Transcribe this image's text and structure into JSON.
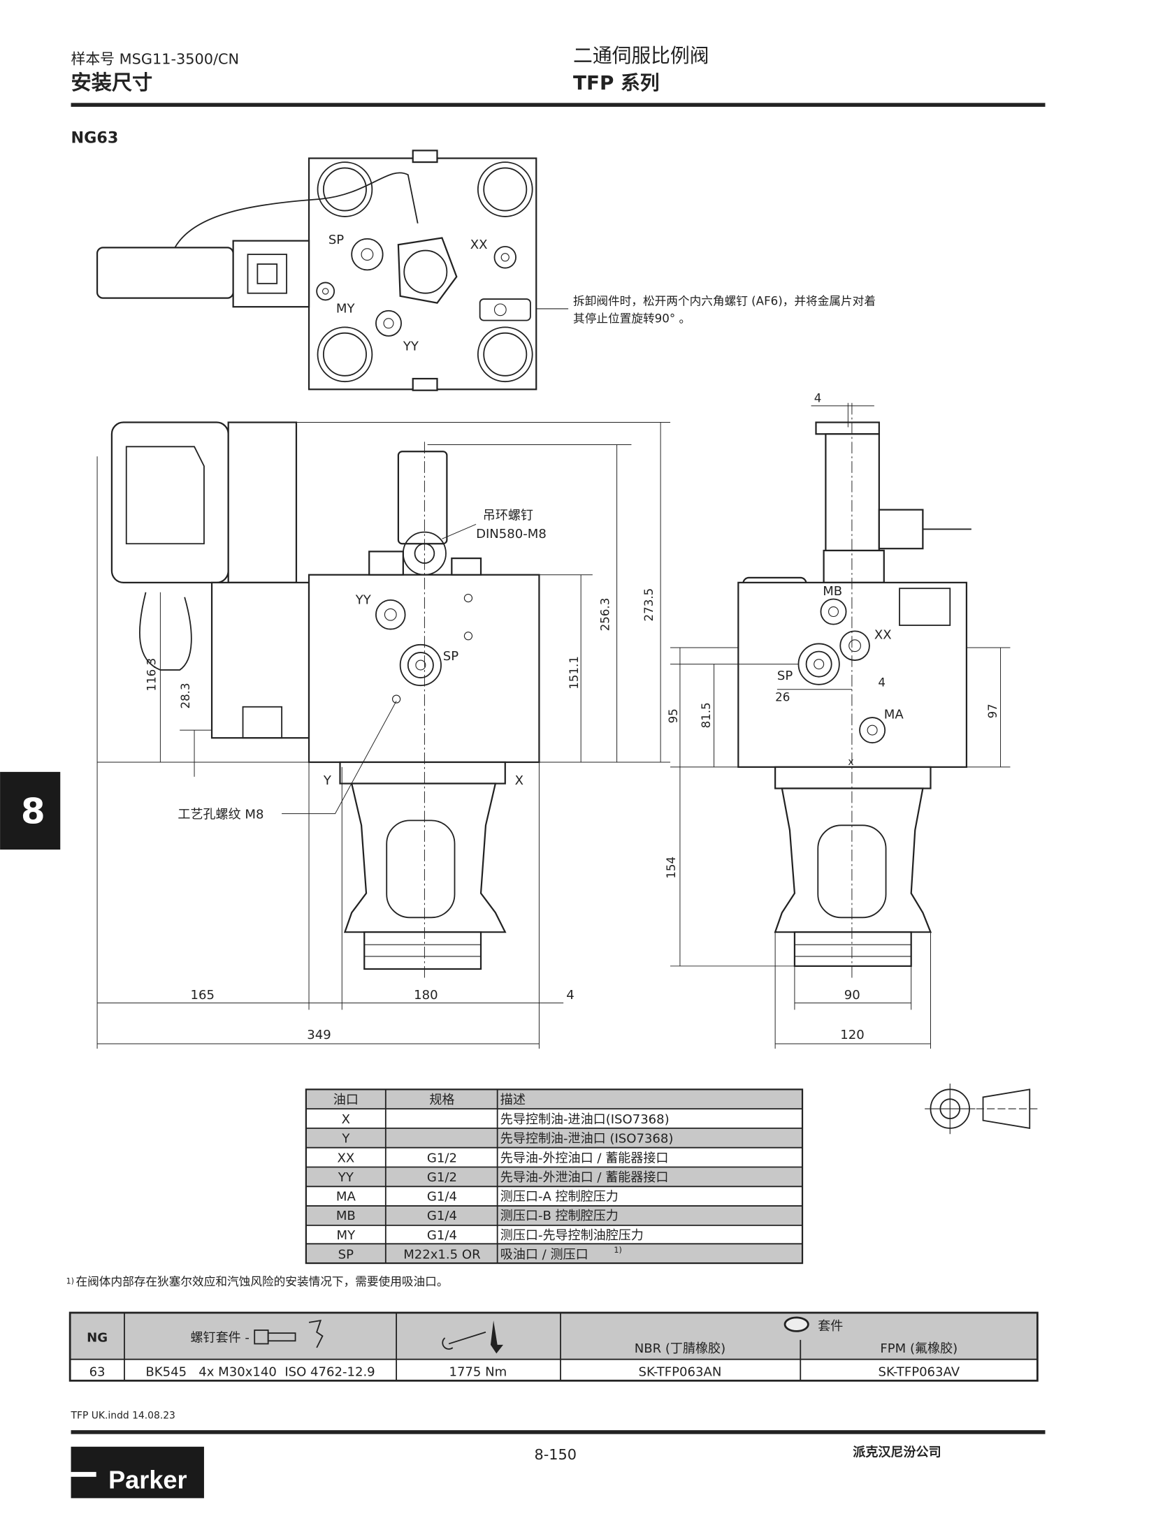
{
  "header": {
    "catalog_no": "样本号 MSG11-3500/CN",
    "section": "安装尺寸",
    "product": "二通伺服比例阀",
    "series": "TFP 系列"
  },
  "size_label": "NG63",
  "chapter_tab": "8",
  "top_view": {
    "labels": {
      "sp": "SP",
      "xx": "XX",
      "my": "MY",
      "yy": "YY"
    },
    "note_line1": "拆卸阀件时，松开两个内六角螺钉 (AF6)，并将金属片对着",
    "note_line2": "其停止位置旋转90° 。"
  },
  "front_view": {
    "eyebolt_line1": "吊环螺钉",
    "eyebolt_line2": "DIN580-M8",
    "labels": {
      "yy": "YY",
      "sp": "SP",
      "y": "Y",
      "x": "X"
    },
    "process_hole": "工艺孔螺纹 M8",
    "dims": {
      "d116": "116.3",
      "d28": "28.3",
      "d151": "151.1",
      "d256": "256.3",
      "d273": "273.5",
      "d165": "165",
      "d180": "180",
      "d4": "4",
      "d349": "349"
    }
  },
  "side_view": {
    "labels": {
      "mb": "MB",
      "xx": "XX",
      "sp": "SP",
      "ma": "MA",
      "x": "x"
    },
    "dims": {
      "d4top": "4",
      "d26": "26",
      "d4": "4",
      "d95": "95",
      "d81": "81.5",
      "d154": "154",
      "d97": "97",
      "d90": "90",
      "d120": "120"
    }
  },
  "port_table": {
    "headers": [
      "油口",
      "规格",
      "描述"
    ],
    "rows": [
      [
        "X",
        "",
        "先导控制油-进油口(ISO7368)"
      ],
      [
        "Y",
        "",
        "先导控制油-泄油口 (ISO7368)"
      ],
      [
        "XX",
        "G1/2",
        "先导油-外控油口 / 蓄能器接口"
      ],
      [
        "YY",
        "G1/2",
        "先导油-外泄油口 / 蓄能器接口"
      ],
      [
        "MA",
        "G1/4",
        "测压口-A 控制腔压力"
      ],
      [
        "MB",
        "G1/4",
        "测压口-B 控制腔压力"
      ],
      [
        "MY",
        "G1/4",
        "测压口-先导控制油腔压力"
      ],
      [
        "SP",
        "M22x1.5 OR",
        "吸油口 / 测压口"
      ]
    ],
    "sp_footnote_mark": "1)"
  },
  "footnote": {
    "mark": "1)",
    "text": "在阀体内部存在狄塞尔效应和汽蚀风险的安装情况下，需要使用吸油口。"
  },
  "kit_table": {
    "h_ng": "NG",
    "h_bolt": "螺钉套件 -",
    "h_seal": "套件",
    "h_nbr": "NBR (丁腈橡胶)",
    "h_fpm": "FPM (氟橡胶)",
    "row": {
      "ng": "63",
      "bolt": "BK545   4x M30x140  ISO 4762-12.9",
      "torque": "1775 Nm",
      "nbr": "SK-TFP063AN",
      "fpm": "SK-TFP063AV"
    }
  },
  "footer": {
    "file_info": "TFP UK.indd  14.08.23",
    "page_no": "8-150",
    "company": "派克汉尼汾公司",
    "logo_text": "Parker"
  }
}
